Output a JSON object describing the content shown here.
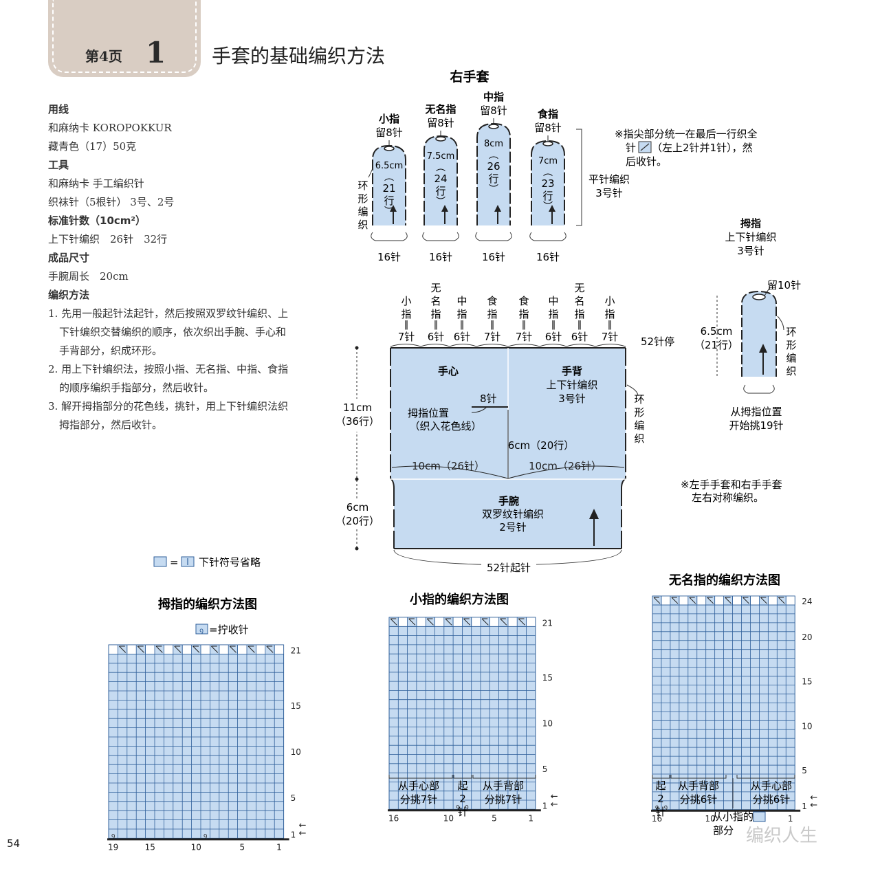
{
  "header": {
    "tab_page": "第4页",
    "tab_number": "1",
    "title": "手套的基础编织方法"
  },
  "materials": {
    "yarn_heading": "用线",
    "yarn_brand": "和麻纳卡 KOROPOKKUR",
    "yarn_color": "藏青色（17）50克",
    "tools_heading": "工具",
    "tools_brand": "和麻纳卡 手工编织针",
    "needles": "织袜针（5根针） 3号、2号",
    "gauge_heading": "标准针数（10cm²）",
    "gauge": "上下针编织　26针　32行",
    "size_heading": "成品尺寸",
    "size": "手腕周长　20cm",
    "method_heading": "编织方法",
    "steps": [
      "1. 先用一般起针法起针，然后按照双罗纹针编织、上下针编织交替编织的顺序，依次织出手腕、手心和手背部分，织成环形。",
      "2. 用上下针编织法，按照小指、无名指、中指、食指的顺序编织手指部分，然后收针。",
      "3. 解开拇指部分的花色线，挑针，用上下针编织法织拇指部分，然后收针。"
    ]
  },
  "right_glove": {
    "title": "右手套",
    "fingers": [
      {
        "name": "小指",
        "remain": "留8针",
        "length": "6.5cm",
        "rows": [
          "21",
          "行"
        ],
        "stitches": "16针"
      },
      {
        "name": "无名指",
        "remain": "留8针",
        "length": "7.5cm",
        "rows": [
          "24",
          "行"
        ],
        "stitches": "16针"
      },
      {
        "name": "中指",
        "remain": "留8针",
        "length": "8cm",
        "rows": [
          "26",
          "行"
        ],
        "stitches": "16针"
      },
      {
        "name": "食指",
        "remain": "留8针",
        "length": "7cm",
        "rows": [
          "23",
          "行"
        ],
        "stitches": "16针"
      }
    ],
    "loop_vertical": [
      "环",
      "形",
      "编",
      "织"
    ],
    "fingertip_note_1": "※指尖部分统一在最后一行织全",
    "fingertip_note_2a": "针",
    "fingertip_note_2b": "（左上2针并1针），然",
    "fingertip_note_3": "后收针。",
    "flat_label_1": "平针编织",
    "flat_label_2": "3号针",
    "top_labels": [
      {
        "chars": [
          "小",
          "指"
        ],
        "count": "7针"
      },
      {
        "chars": [
          "无",
          "名",
          "指"
        ],
        "count": "6针"
      },
      {
        "chars": [
          "中",
          "指"
        ],
        "count": "6针"
      },
      {
        "chars": [
          "食",
          "指"
        ],
        "count": "7针"
      },
      {
        "chars": [
          "食",
          "指"
        ],
        "count": "7针"
      },
      {
        "chars": [
          "中",
          "指"
        ],
        "count": "6针"
      },
      {
        "chars": [
          "无",
          "名",
          "指"
        ],
        "count": "6针"
      },
      {
        "chars": [
          "小",
          "指"
        ],
        "count": "7针"
      }
    ],
    "equals": "‖",
    "rest_52": "52针停",
    "palm": "手心",
    "back": "手背",
    "back_sub_1": "上下针编织",
    "back_sub_2": "3号针",
    "thumb_pos_1": "拇指位置",
    "thumb_pos_2": "（织入花色线）",
    "thumb_8": "8针",
    "six_cm": "6cm（20行）",
    "ten_cm_left": "10cm（26针）",
    "ten_cm_right": "10cm（26针）",
    "eleven_cm": "11cm",
    "eleven_rows": "（36行）",
    "six_cm_side": "6cm",
    "twenty_rows": "（20行）",
    "wrist": "手腕",
    "wrist_sub_1": "双罗纹针编织",
    "wrist_sub_2": "2号针",
    "cast_on": "52针起针",
    "side_loop": [
      "环",
      "形",
      "编",
      "织"
    ]
  },
  "thumb": {
    "title": "拇指",
    "sub_1": "上下针编织",
    "sub_2": "3号针",
    "remain": "留10针",
    "length": "6.5cm",
    "rows": "（21行）",
    "loop": [
      "环",
      "形",
      "编",
      "织"
    ],
    "pick_1": "从拇指位置",
    "pick_2": "开始挑19针"
  },
  "mirror_note_1": "※左手手套和右手手套",
  "mirror_note_2": "左右对称编织。",
  "legend": {
    "eq": "=",
    "text": "下针符号省略"
  },
  "thumb_chart": {
    "title": "拇指的编织方法图",
    "legend": "=拧收针",
    "row_labels": [
      "21",
      "15",
      "10",
      "5",
      "1"
    ],
    "col_labels": [
      "19",
      "15",
      "10",
      "5",
      "1"
    ]
  },
  "little_chart": {
    "title": "小指的编织方法图",
    "row_labels": [
      "21",
      "15",
      "10",
      "5",
      "1"
    ],
    "col_labels": [
      "16",
      "10",
      "5",
      "1"
    ],
    "group_left": [
      "从手心部",
      "分挑7针"
    ],
    "group_mid": [
      "起",
      "2",
      "针"
    ],
    "group_right": [
      "从手背部",
      "分挑7针"
    ]
  },
  "ring_chart": {
    "title": "无名指的编织方法图",
    "row_labels": [
      "24",
      "20",
      "15",
      "10",
      "5",
      "1"
    ],
    "col_labels": [
      "16",
      "10",
      "5",
      "1"
    ],
    "group_left": [
      "起",
      "2",
      "针"
    ],
    "group_mid": [
      "从手背部",
      "分挑6针"
    ],
    "group_right": [
      "从手心部",
      "分挑6针"
    ],
    "bottom_1": "从小指的",
    "bottom_2": "部分"
  },
  "arrow_label": "←",
  "page_number": "54",
  "watermark": "编织人生",
  "colors": {
    "fill": "#c6dbf1",
    "grid": "#2f5f9a",
    "tab": "#d9cdc3"
  }
}
